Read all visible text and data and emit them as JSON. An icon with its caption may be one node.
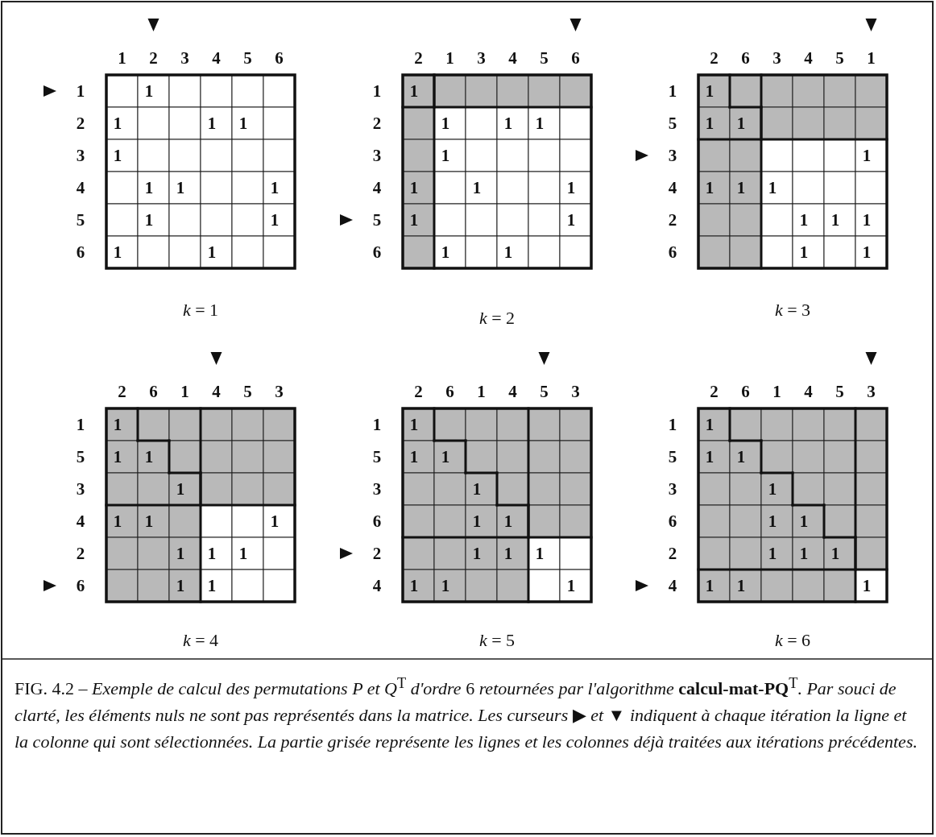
{
  "diagram": {
    "caption": "FIG. 4.2 – *Exemple de calcul des permutations P et Q*$^{T}$ *d'ordre* 6 *retournées par l'algorithme* **calcul-mat-PQ**$^{T}$*. Par souci de clarté, les éléments nuls ne sont pas représentés dans la matrice. Les curseurs* ▶ *et* ▼ *indiquent à chaque itération la ligne et la colonne qui sont sélectionnées. La partie grisée représente les lignes et les colonnes déjà traitées aux itérations précédentes.*",
    "labels": [
      "1",
      "2",
      "3",
      "4",
      "5",
      "6",
      "1",
      "1",
      "2",
      "1",
      "1",
      "1",
      "3",
      "1",
      "4",
      "1",
      "1",
      "1",
      "5",
      "1",
      "1",
      "6",
      "1",
      "1",
      "*k* = 1",
      "2",
      "1",
      "3",
      "4",
      "5",
      "6",
      "1",
      "1",
      "2",
      "1",
      "1",
      "1",
      "3",
      "1",
      "4",
      "1",
      "1",
      "1",
      "5",
      "1",
      "1",
      "6",
      "1",
      "1",
      "*k* = 2",
      "2",
      "6",
      "3",
      "4",
      "5",
      "1",
      "1",
      "1",
      "5",
      "1",
      "1",
      "3",
      "1",
      "4",
      "1",
      "1",
      "1",
      "2",
      "1",
      "1",
      "1",
      "6",
      "1",
      "1",
      "*k* = 3",
      "2",
      "6",
      "1",
      "4",
      "5",
      "3",
      "1",
      "1",
      "5",
      "1",
      "1",
      "3",
      "1",
      "4",
      "1",
      "1",
      "1",
      "2",
      "1",
      "1",
      "1",
      "6",
      "1",
      "1",
      "*k* = 4",
      "2",
      "6",
      "1",
      "4",
      "5",
      "3",
      "1",
      "1",
      "5",
      "1",
      "1",
      "3",
      "1",
      "6",
      "1",
      "1",
      "2",
      "1",
      "1",
      "1",
      "4",
      "1",
      "1",
      "1",
      "*k* = 5",
      "2",
      "6",
      "1",
      "4",
      "5",
      "3",
      "1",
      "1",
      "5",
      "1",
      "1",
      "3",
      "1",
      "6",
      "1",
      "1",
      "2",
      "1",
      "1",
      "1",
      "4",
      "1",
      "1",
      "1",
      "*k* = 6"
    ]
  }
}
